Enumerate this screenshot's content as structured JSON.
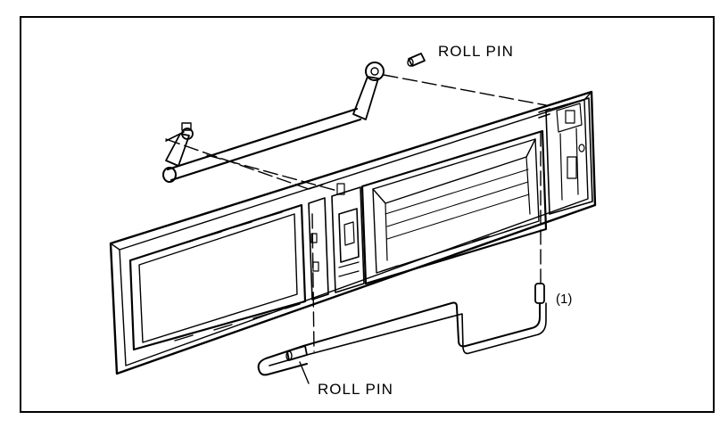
{
  "labels": {
    "roll_pin_top": "ROLL PIN",
    "roll_pin_bottom": "ROLL PIN",
    "callout_1": "(1)"
  },
  "colors": {
    "ink": "#000000",
    "paper": "#ffffff"
  }
}
